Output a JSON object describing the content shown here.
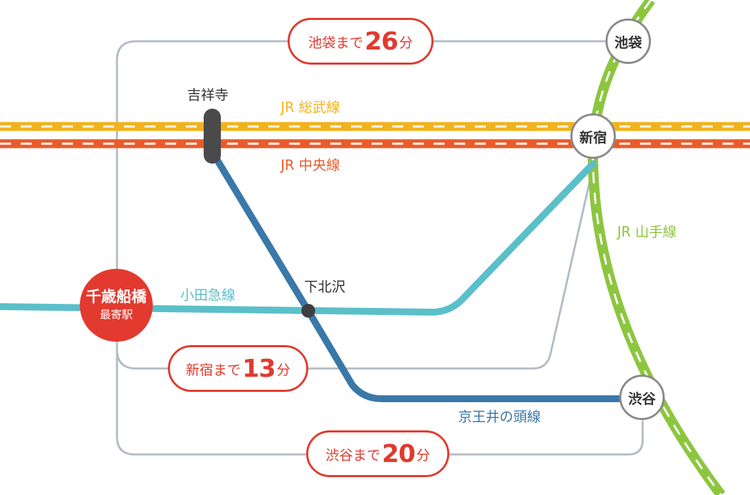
{
  "stations": {
    "ikebukuro": "池袋",
    "shinjuku": "新宿",
    "shibuya": "渋谷",
    "kichijoji": "吉祥寺",
    "shimokitazawa": "下北沢"
  },
  "home_station": {
    "name": "千歳船橋",
    "subtitle": "最寄駅"
  },
  "lines": {
    "sobu": "JR 総武線",
    "chuo": "JR 中央線",
    "yamanote": "JR 山手線",
    "odakyu": "小田急線",
    "keio_inokashira": "京王井の頭線"
  },
  "travel_times": [
    {
      "prefix": "池袋まで",
      "minutes": "26",
      "unit": "分"
    },
    {
      "prefix": "新宿まで",
      "minutes": "13",
      "unit": "分"
    },
    {
      "prefix": "渋谷まで",
      "minutes": "20",
      "unit": "分"
    }
  ],
  "colors": {
    "sobu": "#f1b31c",
    "chuo": "#ea5b2a",
    "yamanote": "#8cc63f",
    "odakyu": "#5bbfc9",
    "keio": "#3a78a8",
    "route": "#b5bcc6",
    "accent_red": "#e23a2e"
  }
}
